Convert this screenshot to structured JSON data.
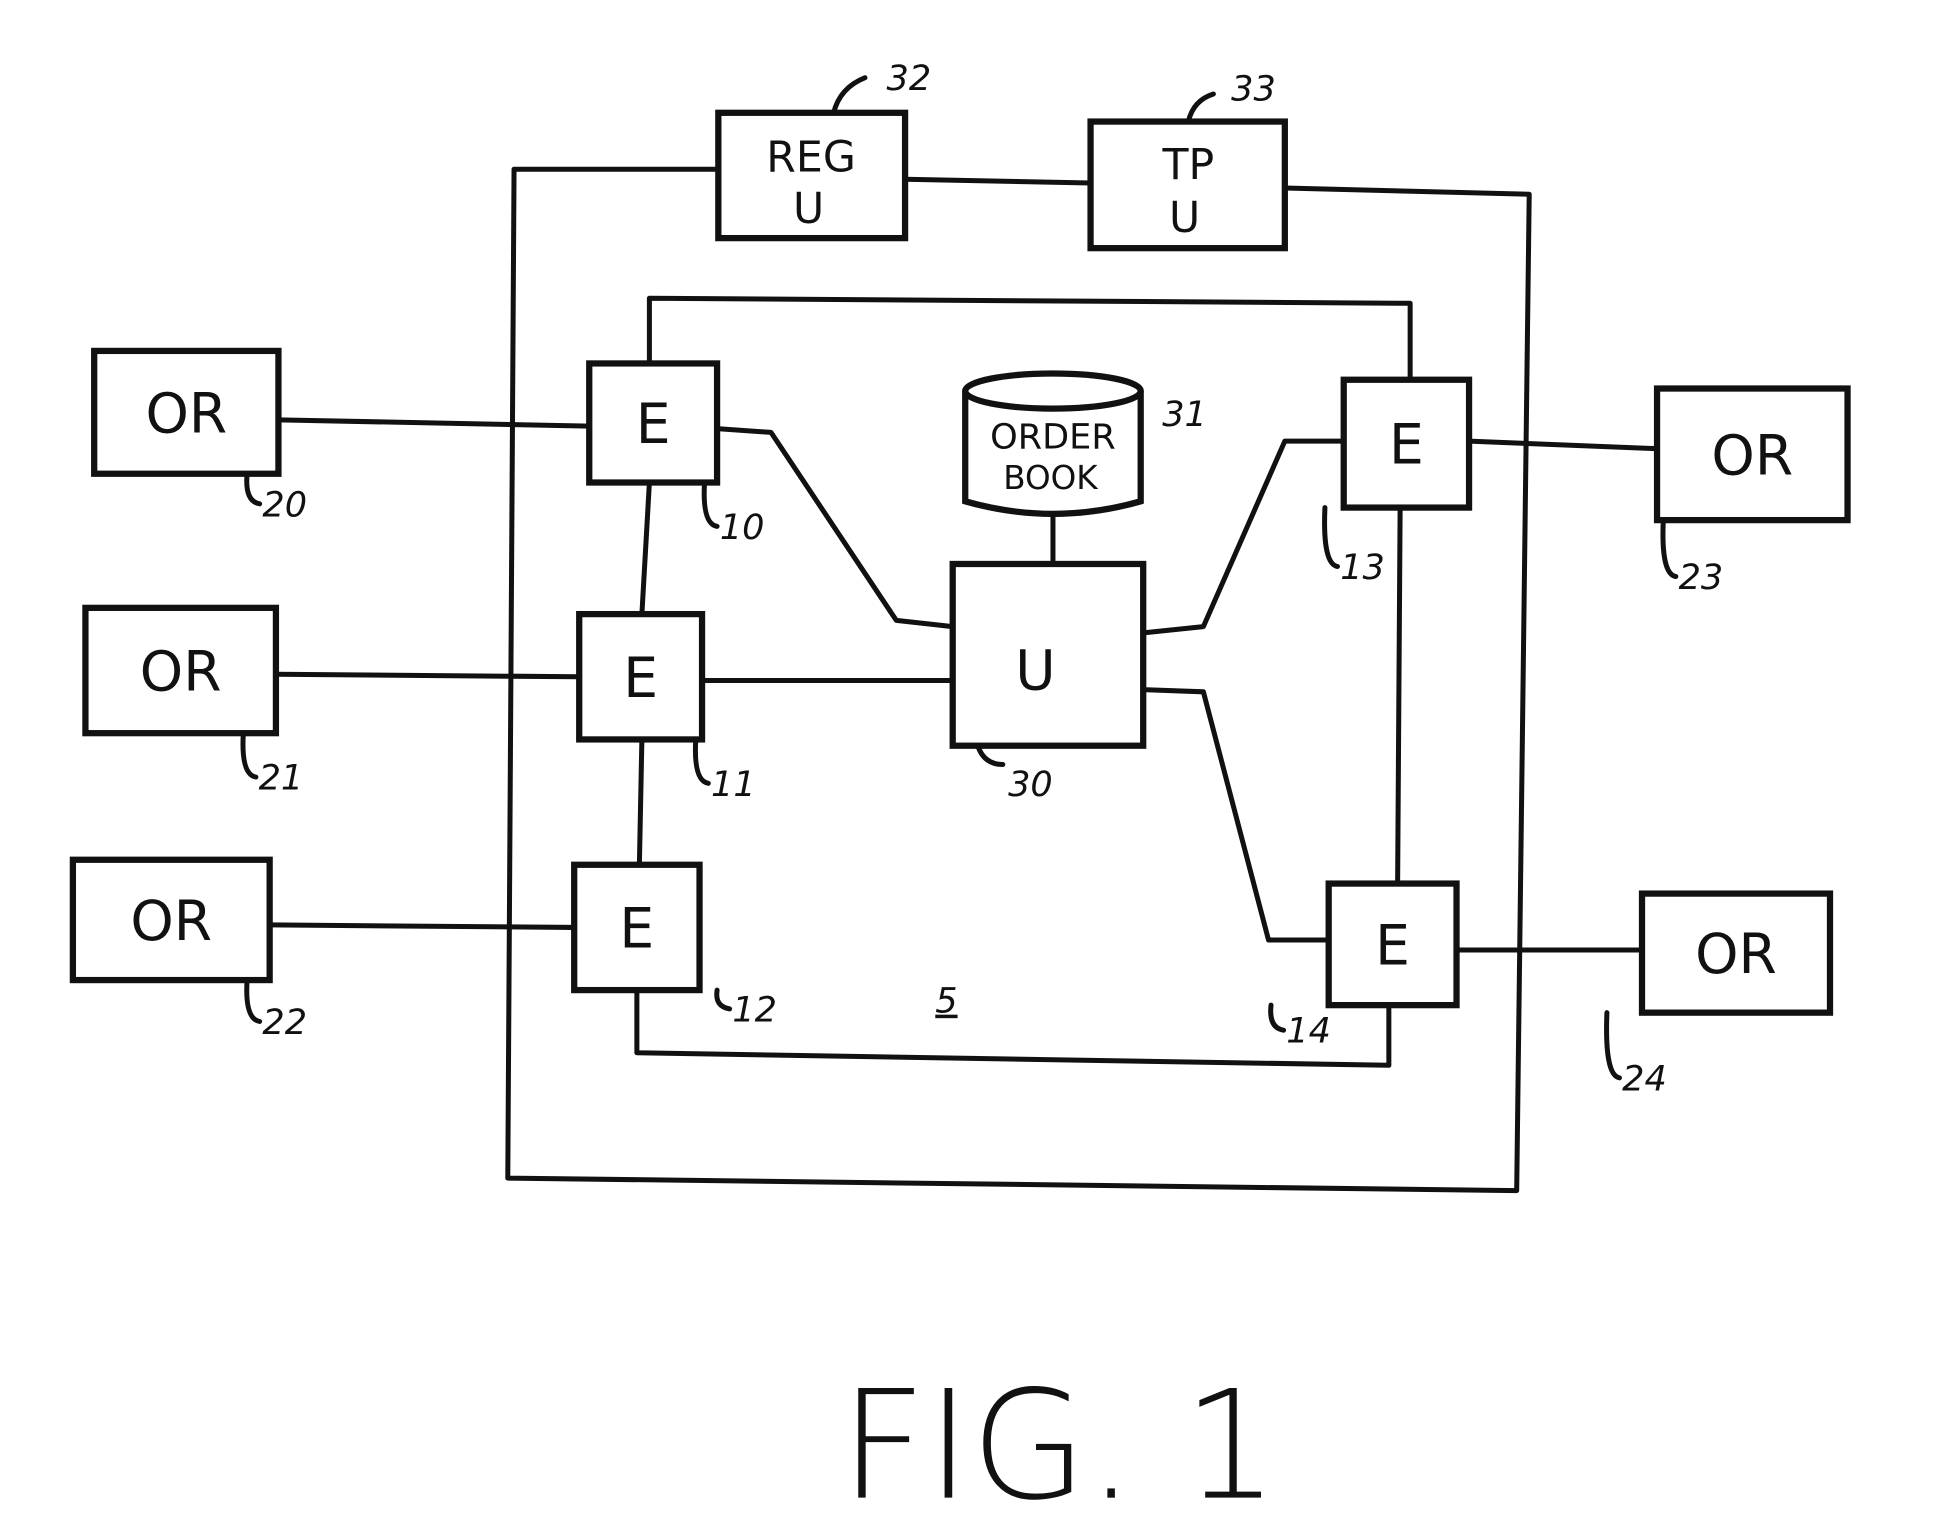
{
  "figure_title": "FIG. 1",
  "network_ref": "5",
  "order_routers": [
    {
      "label": "OR",
      "ref": "20"
    },
    {
      "label": "OR",
      "ref": "21"
    },
    {
      "label": "OR",
      "ref": "22"
    },
    {
      "label": "OR",
      "ref": "23"
    },
    {
      "label": "OR",
      "ref": "24"
    }
  ],
  "entry_points": [
    {
      "label": "E",
      "ref": "10"
    },
    {
      "label": "E",
      "ref": "11"
    },
    {
      "label": "E",
      "ref": "12"
    },
    {
      "label": "E",
      "ref": "13"
    },
    {
      "label": "E",
      "ref": "14"
    }
  ],
  "central_unit": {
    "label": "U",
    "ref": "30"
  },
  "order_book": {
    "line1": "ORDER",
    "line2": "BOOK",
    "ref": "31"
  },
  "reg_unit": {
    "line1": "REG",
    "line2": "U",
    "ref": "32"
  },
  "tp_unit": {
    "line1": "TP",
    "line2": "U",
    "ref": "33"
  }
}
